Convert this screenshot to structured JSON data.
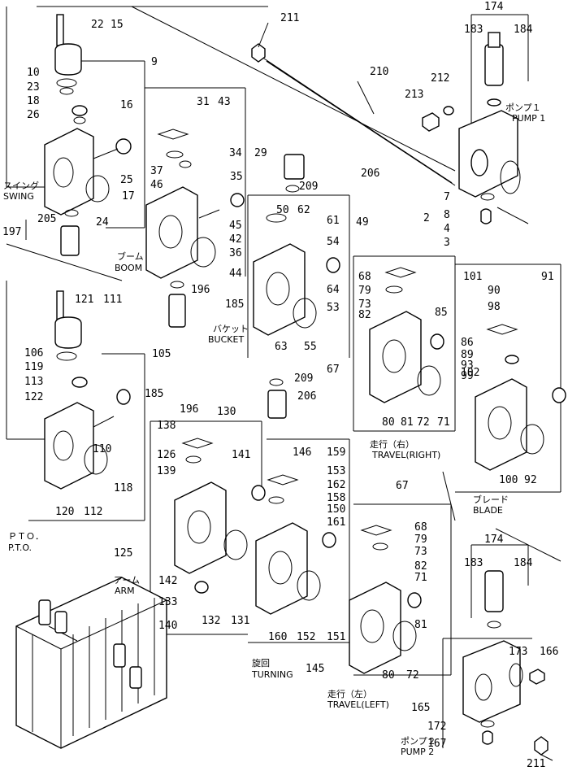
{
  "part_numbers": [
    {
      "id": "p211a",
      "text": "211"
    },
    {
      "id": "p174a",
      "text": "174"
    },
    {
      "id": "p183a",
      "text": "183"
    },
    {
      "id": "p184a",
      "text": "184"
    },
    {
      "id": "p22",
      "text": "22"
    },
    {
      "id": "p15",
      "text": "15"
    },
    {
      "id": "p9",
      "text": "9"
    },
    {
      "id": "p210",
      "text": "210"
    },
    {
      "id": "p212",
      "text": "212"
    },
    {
      "id": "p213",
      "text": "213"
    },
    {
      "id": "p10",
      "text": "10"
    },
    {
      "id": "p23",
      "text": "23"
    },
    {
      "id": "p18",
      "text": "18"
    },
    {
      "id": "p26",
      "text": "26"
    },
    {
      "id": "p16",
      "text": "16"
    },
    {
      "id": "p31",
      "text": "31"
    },
    {
      "id": "p43",
      "text": "43"
    },
    {
      "id": "p34",
      "text": "34"
    },
    {
      "id": "p29",
      "text": "29"
    },
    {
      "id": "p37",
      "text": "37"
    },
    {
      "id": "p46",
      "text": "46"
    },
    {
      "id": "p35",
      "text": "35"
    },
    {
      "id": "p25",
      "text": "25"
    },
    {
      "id": "p17",
      "text": "17"
    },
    {
      "id": "p206a",
      "text": "206"
    },
    {
      "id": "p209a",
      "text": "209"
    },
    {
      "id": "p7",
      "text": "7"
    },
    {
      "id": "p8",
      "text": "8"
    },
    {
      "id": "p2",
      "text": "2"
    },
    {
      "id": "p4",
      "text": "4"
    },
    {
      "id": "p3",
      "text": "3"
    },
    {
      "id": "p205",
      "text": "205"
    },
    {
      "id": "p24",
      "text": "24"
    },
    {
      "id": "p197",
      "text": "197"
    },
    {
      "id": "p50",
      "text": "50"
    },
    {
      "id": "p62",
      "text": "62"
    },
    {
      "id": "p61",
      "text": "61"
    },
    {
      "id": "p49",
      "text": "49"
    },
    {
      "id": "p45",
      "text": "45"
    },
    {
      "id": "p42",
      "text": "42"
    },
    {
      "id": "p36",
      "text": "36"
    },
    {
      "id": "p44",
      "text": "44"
    },
    {
      "id": "p54",
      "text": "54"
    },
    {
      "id": "p64",
      "text": "64"
    },
    {
      "id": "p53",
      "text": "53"
    },
    {
      "id": "p68a",
      "text": "68"
    },
    {
      "id": "p79a",
      "text": "79"
    },
    {
      "id": "p73a",
      "text": "73"
    },
    {
      "id": "p82a",
      "text": "82"
    },
    {
      "id": "p101",
      "text": "101"
    },
    {
      "id": "p91",
      "text": "91"
    },
    {
      "id": "p90",
      "text": "90"
    },
    {
      "id": "p98",
      "text": "98"
    },
    {
      "id": "p85",
      "text": "85"
    },
    {
      "id": "p86",
      "text": "86"
    },
    {
      "id": "p89",
      "text": "89"
    },
    {
      "id": "p93",
      "text": "93"
    },
    {
      "id": "p99",
      "text": "99"
    },
    {
      "id": "p102",
      "text": "102"
    },
    {
      "id": "p196a",
      "text": "196"
    },
    {
      "id": "p185a",
      "text": "185"
    },
    {
      "id": "p121",
      "text": "121"
    },
    {
      "id": "p111",
      "text": "111"
    },
    {
      "id": "p105",
      "text": "105"
    },
    {
      "id": "p106",
      "text": "106"
    },
    {
      "id": "p119",
      "text": "119"
    },
    {
      "id": "p113",
      "text": "113"
    },
    {
      "id": "p122",
      "text": "122"
    },
    {
      "id": "p63",
      "text": "63"
    },
    {
      "id": "p55",
      "text": "55"
    },
    {
      "id": "p209b",
      "text": "209"
    },
    {
      "id": "p67a",
      "text": "67"
    },
    {
      "id": "p185b",
      "text": "185"
    },
    {
      "id": "p196b",
      "text": "196"
    },
    {
      "id": "p206b",
      "text": "206"
    },
    {
      "id": "p80a",
      "text": "80"
    },
    {
      "id": "p81a",
      "text": "81"
    },
    {
      "id": "p72a",
      "text": "72"
    },
    {
      "id": "p71a",
      "text": "71"
    },
    {
      "id": "p138",
      "text": "138"
    },
    {
      "id": "p130",
      "text": "130"
    },
    {
      "id": "p126",
      "text": "126"
    },
    {
      "id": "p141",
      "text": "141"
    },
    {
      "id": "p139",
      "text": "139"
    },
    {
      "id": "p110",
      "text": "110"
    },
    {
      "id": "p118",
      "text": "118"
    },
    {
      "id": "p146",
      "text": "146"
    },
    {
      "id": "p159",
      "text": "159"
    },
    {
      "id": "p153",
      "text": "153"
    },
    {
      "id": "p162",
      "text": "162"
    },
    {
      "id": "p158",
      "text": "158"
    },
    {
      "id": "p150",
      "text": "150"
    },
    {
      "id": "p161",
      "text": "161"
    },
    {
      "id": "p100",
      "text": "100"
    },
    {
      "id": "p92",
      "text": "92"
    },
    {
      "id": "p120",
      "text": "120"
    },
    {
      "id": "p112",
      "text": "112"
    },
    {
      "id": "p67b",
      "text": "67"
    },
    {
      "id": "p68b",
      "text": "68"
    },
    {
      "id": "p79b",
      "text": "79"
    },
    {
      "id": "p174b",
      "text": "174"
    },
    {
      "id": "p125",
      "text": "125"
    },
    {
      "id": "p73b",
      "text": "73"
    },
    {
      "id": "p183b",
      "text": "183"
    },
    {
      "id": "p184b",
      "text": "184"
    },
    {
      "id": "p82b",
      "text": "82"
    },
    {
      "id": "p142",
      "text": "142"
    },
    {
      "id": "p71b",
      "text": "71"
    },
    {
      "id": "p133",
      "text": "133"
    },
    {
      "id": "p140",
      "text": "140"
    },
    {
      "id": "p132",
      "text": "132"
    },
    {
      "id": "p131",
      "text": "131"
    },
    {
      "id": "p160",
      "text": "160"
    },
    {
      "id": "p152",
      "text": "152"
    },
    {
      "id": "p151",
      "text": "151"
    },
    {
      "id": "p81b",
      "text": "81"
    },
    {
      "id": "p173",
      "text": "173"
    },
    {
      "id": "p166",
      "text": "166"
    },
    {
      "id": "p145",
      "text": "145"
    },
    {
      "id": "p80b",
      "text": "80"
    },
    {
      "id": "p72b",
      "text": "72"
    },
    {
      "id": "p165",
      "text": "165"
    },
    {
      "id": "p172",
      "text": "172"
    },
    {
      "id": "p167",
      "text": "167"
    },
    {
      "id": "p211b",
      "text": "211"
    }
  ],
  "sections": {
    "pump1_jp": "ポンプ１",
    "pump1_en": "PUMP 1",
    "swing_jp": "スイング",
    "swing_en": "SWING",
    "boom_jp": "ブーム",
    "boom_en": "BOOM",
    "bucket_jp": "バケット",
    "bucket_en": "BUCKET",
    "travel_right_jp": "走行（右）",
    "travel_right_en": "TRAVEL(RIGHT)",
    "blade_jp": "ブレード",
    "blade_en": "BLADE",
    "pto_jp": "ＰＴＯ．",
    "pto_en": "P.T.O.",
    "arm_jp": "アーム",
    "arm_en": "ARM",
    "turning_jp": "旋回",
    "turning_en": "TURNING",
    "travel_left_jp": "走行（左）",
    "travel_left_en": "TRAVEL(LEFT)",
    "pump2_jp": "ポンプ２",
    "pump2_en": "PUMP 2"
  }
}
